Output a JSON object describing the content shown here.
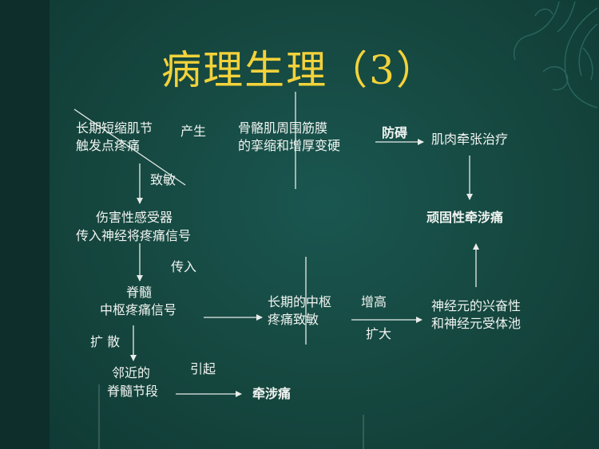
{
  "slide": {
    "title": "病理生理（3）"
  },
  "nodes": {
    "trigger_line1": "长期短缩肌节",
    "trigger_line2": "触发点疼痛",
    "produce": "产生",
    "skeletal_line1": "骨骼肌周围筋膜",
    "skeletal_line2": "的挛缩和增厚变硬",
    "hinder": "防碍",
    "stretch_therapy": "肌肉牵张治疗",
    "sensitize": "致敏",
    "nociceptor_line1": "伤害性感受器",
    "nociceptor_line2": "传入神经将疼痛信号",
    "transmit": "传入",
    "spinal_line1": "脊髓",
    "spinal_line2": "中枢疼痛信号",
    "central_line1": "长期的中枢",
    "central_line2": "疼痛致敏",
    "increase": "增高",
    "expand": "扩大",
    "neuron_line1": "神经元的兴奋性",
    "neuron_line2": "和神经元受体池",
    "stubborn_pain": "顽固性牵涉痛",
    "diffuse": "扩 散",
    "adjacent_line1": "邻近的",
    "adjacent_line2": "脊髓节段",
    "cause": "引起",
    "referred_pain": "牵涉痛"
  },
  "colors": {
    "background": "#14443f",
    "left_band": "#0d2e2b",
    "title": "#f3d23a",
    "text": "#f1f4f1",
    "lines": "#e8ecea"
  }
}
